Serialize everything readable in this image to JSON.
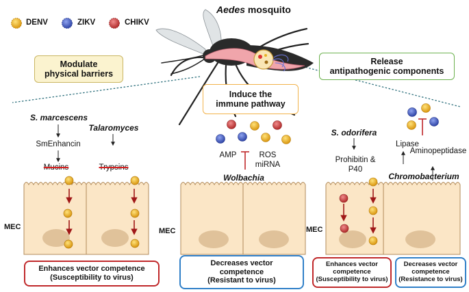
{
  "legend": {
    "denv": {
      "label": "DENV",
      "color": "#f0b42a"
    },
    "zikv": {
      "label": "ZIKV",
      "color": "#4a64c8"
    },
    "chikv": {
      "label": "CHIKV",
      "color": "#d04848"
    }
  },
  "title": {
    "species": "Aedes",
    "rest": "mosquito"
  },
  "mechanisms": {
    "physical": {
      "line1": "Modulate",
      "line2": "physical barriers"
    },
    "immune": {
      "line1": "Induce the",
      "line2": "immune pathway"
    },
    "release": {
      "line1": "Release",
      "line2": "antipathogenic components"
    }
  },
  "left_panel": {
    "s_marcescens": "S. marcescens",
    "smenhancin": "SmEnhancin",
    "mucins": "Mucins",
    "talaromyces": "Talaromyces",
    "trypsins": "Trypsins",
    "mec": "MEC",
    "result": {
      "line1": "Enhances vector competence",
      "line2": "(Susceptibility to virus)"
    }
  },
  "middle_panel": {
    "amp": "AMP",
    "ros": "ROS",
    "mirna": "miRNA",
    "wolbachia": "Wolbachia",
    "mec": "MEC",
    "result": {
      "line1": "Decreases vector",
      "line2": "competence",
      "line3": "(Resistant to virus)"
    }
  },
  "right_panel": {
    "s_odorifera": "S. odorifera",
    "prohibitin": "Prohibitin &",
    "p40": "P40",
    "lipase": "Lipase",
    "aminopeptidase": "Aminopeptidase",
    "chromobacterium": "Chromobacterium",
    "mec": "MEC",
    "result_left": {
      "line1": "Enhances vector",
      "line2": "competence",
      "line3": "(Susceptibility to virus)"
    },
    "result_right": {
      "line1": "Decreases vector",
      "line2": "competence",
      "line3": "(Resistance to virus)"
    }
  },
  "colors": {
    "cell_fill": "#fbe6c6",
    "cell_stroke": "#b08a5a",
    "nucleus": "#e0c29a",
    "arrow_red": "#a01818",
    "red_box": "#c0282a",
    "blue_box": "#2f7fc8",
    "yellow_box_fill": "#fbf3cf",
    "yellow_box_stroke": "#c9b562",
    "orange_box_stroke": "#f2b24a",
    "green_box_stroke": "#6ab04c"
  }
}
